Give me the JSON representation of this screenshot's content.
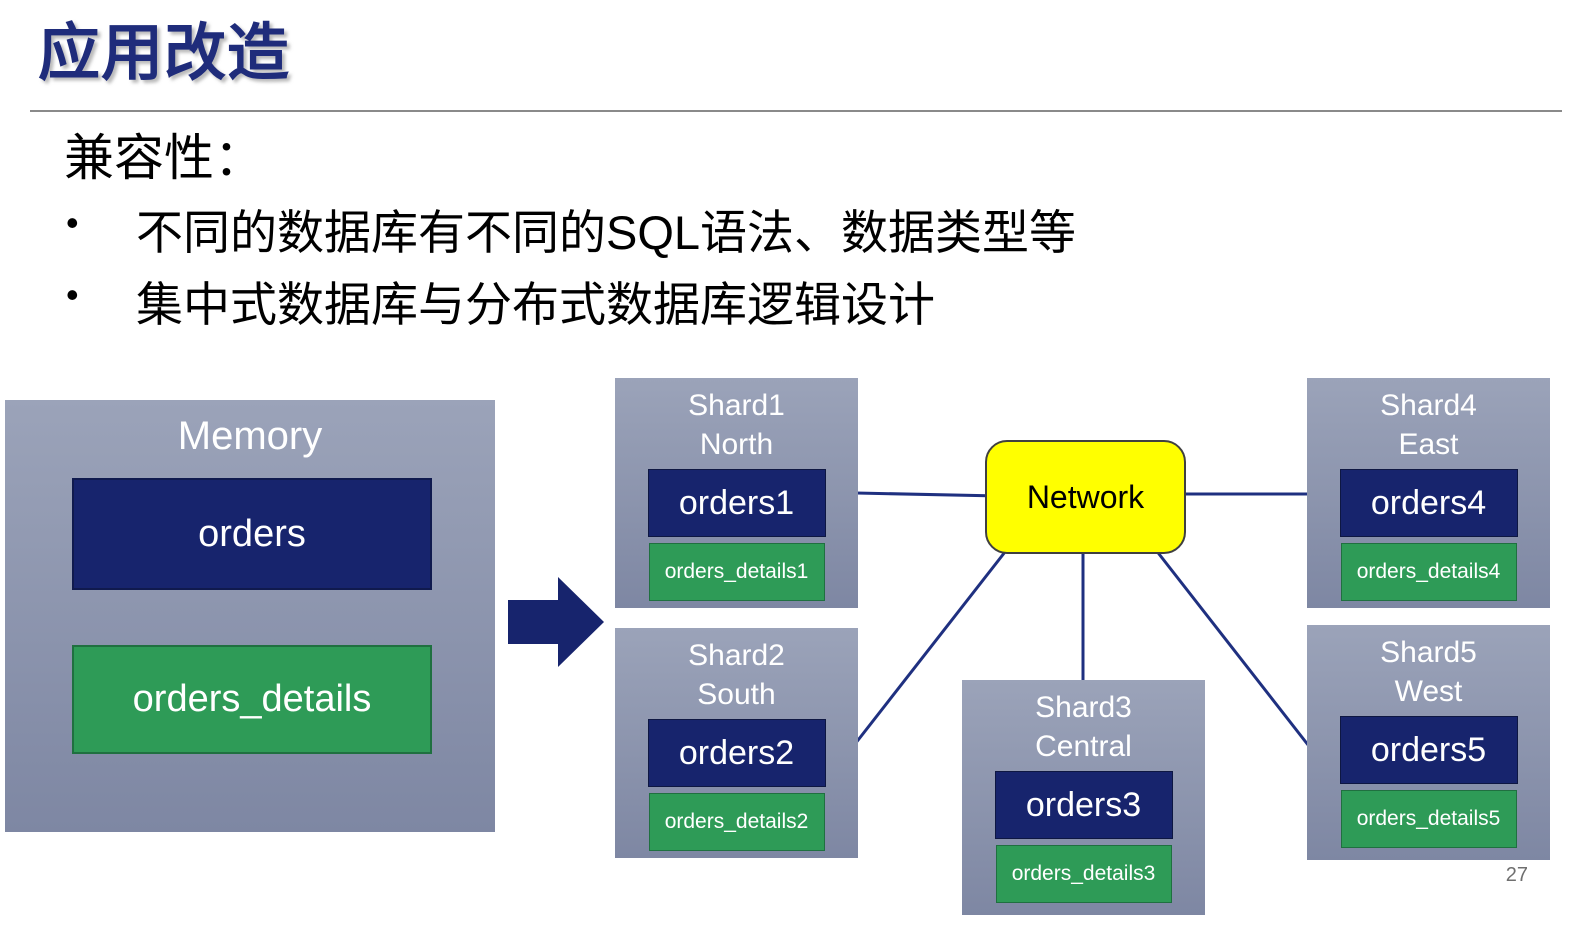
{
  "slide": {
    "title": "应用改造",
    "page_number": "27"
  },
  "content": {
    "heading": "兼容性：",
    "bullet_marker": "•",
    "bullets": [
      "不同的数据库有不同的SQL语法、数据类型等",
      "集中式数据库与分布式数据库逻辑设计"
    ]
  },
  "diagram": {
    "memory": {
      "title": "Memory",
      "orders_label": "orders",
      "details_label": "orders_details"
    },
    "network_label": "Network",
    "shards": [
      {
        "name": "Shard1",
        "region": "North",
        "orders": "orders1",
        "details": "orders_details1"
      },
      {
        "name": "Shard2",
        "region": "South",
        "orders": "orders2",
        "details": "orders_details2"
      },
      {
        "name": "Shard3",
        "region": "Central",
        "orders": "orders3",
        "details": "orders_details3"
      },
      {
        "name": "Shard4",
        "region": "East",
        "orders": "orders4",
        "details": "orders_details4"
      },
      {
        "name": "Shard5",
        "region": "West",
        "orders": "orders5",
        "details": "orders_details5"
      }
    ],
    "colors": {
      "title_blue": "#1f2c7b",
      "table_navy": "#17246d",
      "table_green": "#2e9b57",
      "panel_gray_top": "#9ba3b9",
      "panel_gray_bottom": "#7e87a3",
      "network_yellow": "#ffff00",
      "connector_line": "#1f3080"
    }
  }
}
